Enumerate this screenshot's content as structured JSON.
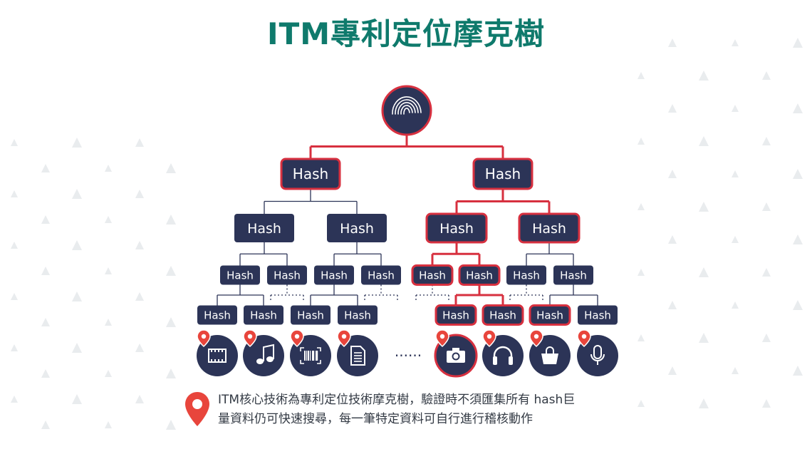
{
  "title": "ITM專利定位摩克樹",
  "tree": {
    "node_label": "Hash",
    "colors": {
      "node_fill": "#2c3457",
      "highlight": "#d7303f",
      "line_normal": "#2c3457",
      "title": "#0f7a6c"
    },
    "leaf_icons": [
      "film-icon",
      "music-note-icon",
      "barcode-icon",
      "document-icon",
      "camera-icon",
      "headphones-icon",
      "shopping-bag-icon",
      "microphone-icon"
    ],
    "ellipsis": "......"
  },
  "caption": {
    "line1": "ITM核心技術為專利定位技術摩克樹，驗證時不須匯集所有 hash巨",
    "line2": "量資料仍可快速搜尋，每一筆特定資料可自行進行稽核動作"
  }
}
